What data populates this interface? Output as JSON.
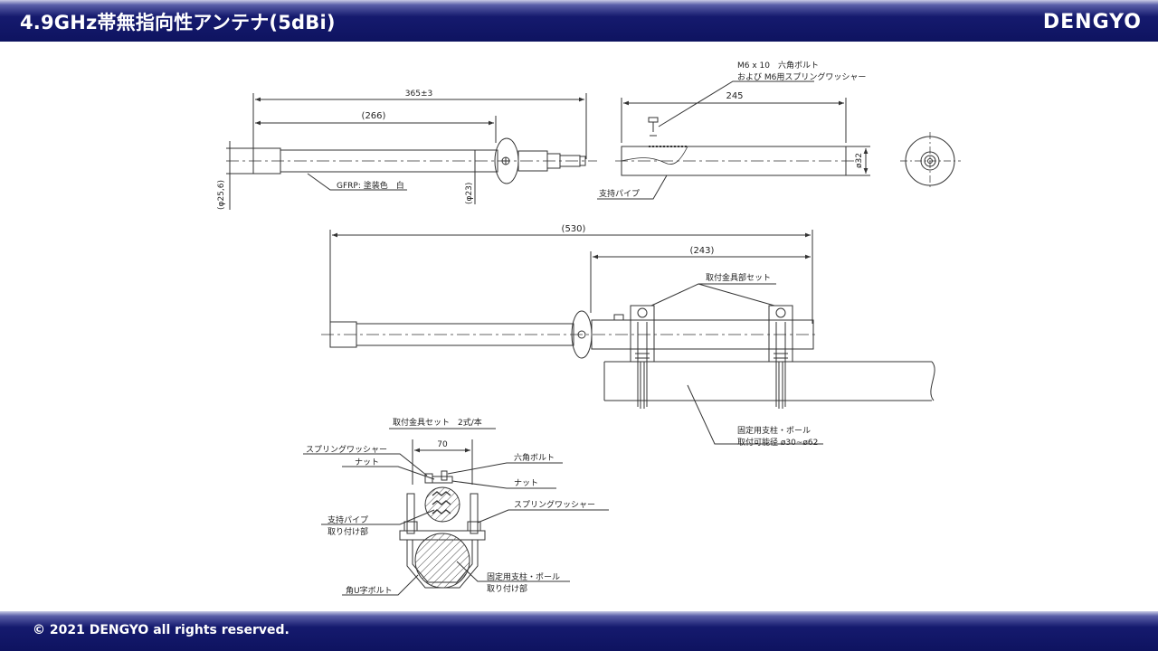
{
  "header": {
    "title": "4.9GHz帯無指向性アンテナ(5dBi)",
    "logo": "DENGYO"
  },
  "footer": {
    "copyright": "© 2021  DENGYO all rights reserved."
  },
  "drawing": {
    "top_view": {
      "dim_overall": "365±3",
      "dim_266": "(266)",
      "dim_diameter_25_6": "(φ25,6)",
      "dim_diameter_23": "(φ23)",
      "material_label": "GFRP: 塗装色　白"
    },
    "pipe_view": {
      "bolt_label_line1": "M6 x 10　六角ボルト",
      "bolt_label_line2": "および M6用スプリングワッシャー",
      "dim_245": "245",
      "dim_32": "ø32",
      "support_pipe_label": "支持パイプ"
    },
    "assembly_view": {
      "dim_530": "(530)",
      "dim_243": "(243)",
      "bracket_set_label": "取付金具部セット",
      "pole_label_line1": "固定用支柱・ポール",
      "pole_label_line2": "取付可能径 ø30~ø62"
    },
    "bracket_detail": {
      "title": "取付金具セット　2式/本",
      "dim_70": "70",
      "spring_washer_left": "スプリングワッシャー",
      "nut_left": "ナット",
      "hex_bolt": "六角ボルト",
      "nut_right": "ナット",
      "spring_washer_right": "スプリングワッシャー",
      "support_pipe_part_line1": "支持パイプ",
      "support_pipe_part_line2": "取り付け部",
      "pole_part_line1": "固定用支柱・ポール",
      "pole_part_line2": "取り付け部",
      "u_bolt": "角U字ボルト"
    }
  }
}
